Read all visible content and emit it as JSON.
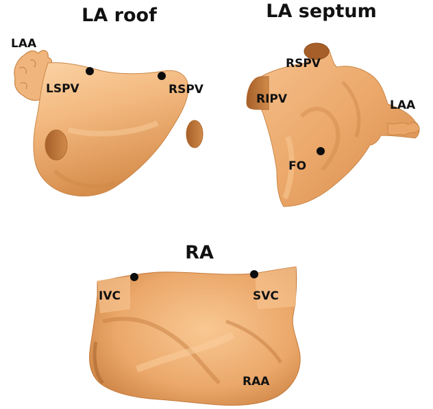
{
  "panels": {
    "la_roof": {
      "title": "LA roof",
      "labels": {
        "laa": "LAA",
        "lspv": "LSPV",
        "rspv": "RSPV"
      }
    },
    "la_septum": {
      "title": "LA septum",
      "labels": {
        "rspv": "RSPV",
        "ripv": "RIPV",
        "laa": "LAA",
        "fo": "FO"
      }
    },
    "ra": {
      "title": "RA",
      "labels": {
        "ivc": "IVC",
        "svc": "SVC",
        "raa": "RAA"
      }
    }
  },
  "colors": {
    "tissue_light": "#f7c08a",
    "tissue_mid": "#e9a465",
    "tissue_dark": "#c47a3c",
    "tissue_shadow": "#9c5a26",
    "marker": "#0d0d0d"
  }
}
